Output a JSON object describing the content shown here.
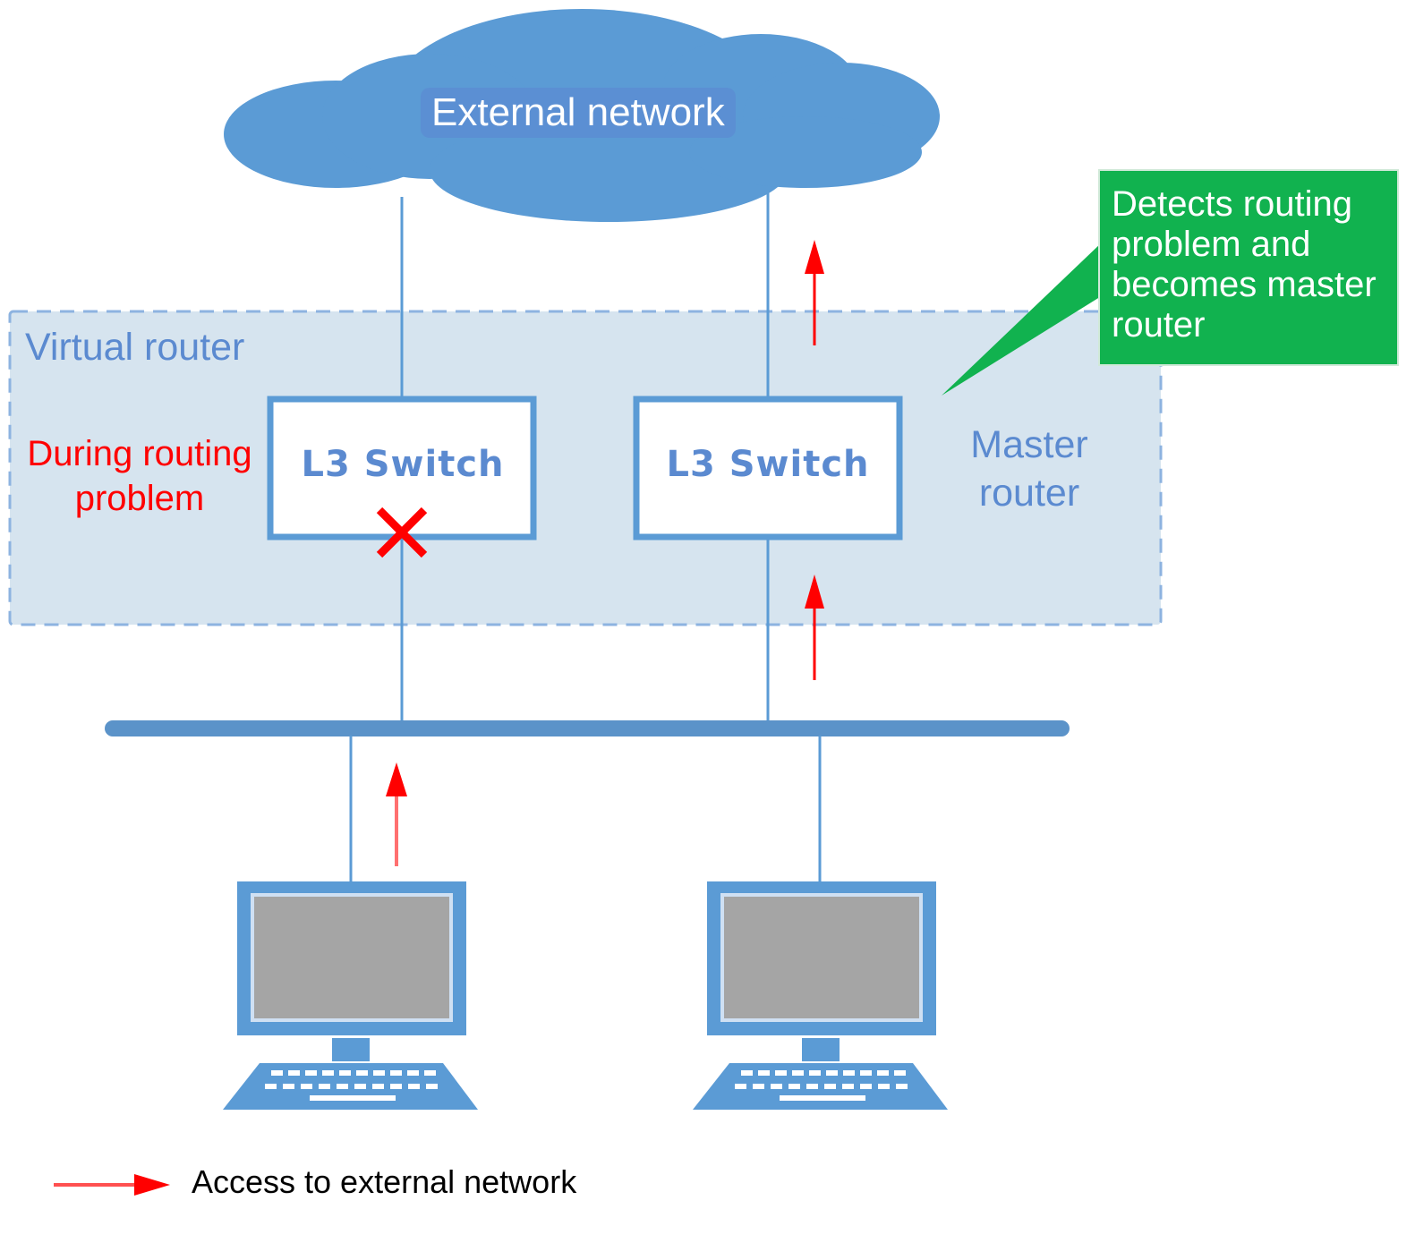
{
  "diagram": {
    "cloud": {
      "label": "External network",
      "color": "#5b9bd5"
    },
    "virtual_router": {
      "label": "Virtual router",
      "fill": "#d6e4ef",
      "border": "#8db3e0"
    },
    "switches": [
      {
        "id": "switch-left",
        "label": "L3 Switch",
        "status": "failed"
      },
      {
        "id": "switch-right",
        "label": "L3 Switch",
        "status": "master"
      }
    ],
    "fault_label": "During routing problem",
    "master_label": "Master router",
    "callout": {
      "text": "Detects routing problem and becomes master router",
      "color": "#11b24f"
    },
    "hosts": [
      {
        "id": "pc-left"
      },
      {
        "id": "pc-right"
      }
    ],
    "legend": {
      "arrow_color": "#ff0000",
      "label": "Access to external network"
    },
    "colors": {
      "device_blue": "#5b9bd5",
      "text_blue": "#5b8ad0",
      "fault_red": "#ff0000",
      "screen_gray": "#a5a5a5"
    }
  }
}
